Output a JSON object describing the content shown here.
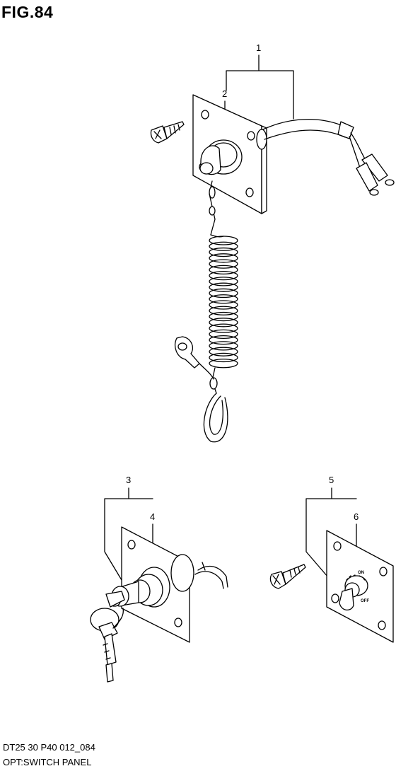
{
  "figure": {
    "title": "FIG.84",
    "code": "DT25 30 P40 012_084",
    "caption": "OPT:SWITCH PANEL"
  },
  "callouts": [
    {
      "id": "1",
      "label": "1"
    },
    {
      "id": "2",
      "label": "2"
    },
    {
      "id": "3",
      "label": "3"
    },
    {
      "id": "4",
      "label": "4"
    },
    {
      "id": "5",
      "label": "5"
    },
    {
      "id": "6",
      "label": "6"
    }
  ],
  "switch_markings": {
    "on": "ON",
    "off": "OFF"
  }
}
